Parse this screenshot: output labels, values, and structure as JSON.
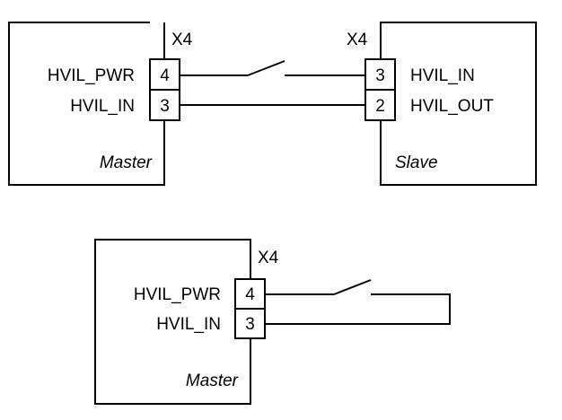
{
  "top": {
    "master": {
      "connector": "X4",
      "label": "Master",
      "pins": [
        {
          "signal": "HVIL_PWR",
          "number": "4"
        },
        {
          "signal": "HVIL_IN",
          "number": "3"
        }
      ]
    },
    "slave": {
      "connector": "X4",
      "label": "Slave",
      "pins": [
        {
          "signal": "HVIL_IN",
          "number": "3"
        },
        {
          "signal": "HVIL_OUT",
          "number": "2"
        }
      ]
    }
  },
  "bottom": {
    "master": {
      "connector": "X4",
      "label": "Master",
      "pins": [
        {
          "signal": "HVIL_PWR",
          "number": "4"
        },
        {
          "signal": "HVIL_IN",
          "number": "3"
        }
      ]
    }
  }
}
